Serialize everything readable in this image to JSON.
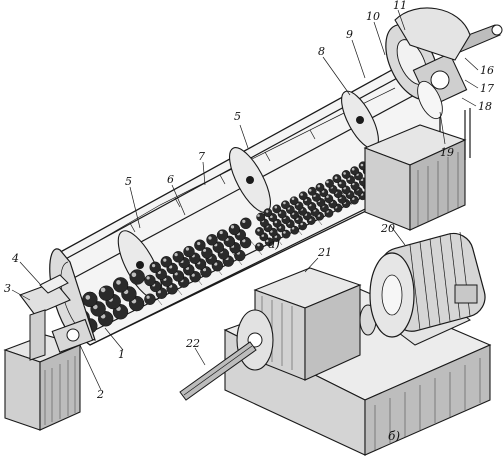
{
  "callouts": [
    {
      "id": "1",
      "text": "1"
    },
    {
      "id": "2",
      "text": "2"
    },
    {
      "id": "3",
      "text": "3"
    },
    {
      "id": "4",
      "text": "4"
    },
    {
      "id": "5a",
      "text": "5"
    },
    {
      "id": "5b",
      "text": "5"
    },
    {
      "id": "6",
      "text": "6"
    },
    {
      "id": "7",
      "text": "7"
    },
    {
      "id": "8",
      "text": "8"
    },
    {
      "id": "9",
      "text": "9"
    },
    {
      "id": "10",
      "text": "10"
    },
    {
      "id": "11",
      "text": "11"
    },
    {
      "id": "16",
      "text": "16"
    },
    {
      "id": "17",
      "text": "17"
    },
    {
      "id": "18",
      "text": "18"
    },
    {
      "id": "19",
      "text": "19"
    },
    {
      "id": "20",
      "text": "20"
    },
    {
      "id": "21",
      "text": "21"
    },
    {
      "id": "22",
      "text": "22"
    }
  ],
  "sublabels": {
    "a": "а)",
    "b": "б)"
  },
  "colors": {
    "ink": "#1a1a1a",
    "paper": "#ffffff",
    "ball": "#2a2a2a"
  }
}
